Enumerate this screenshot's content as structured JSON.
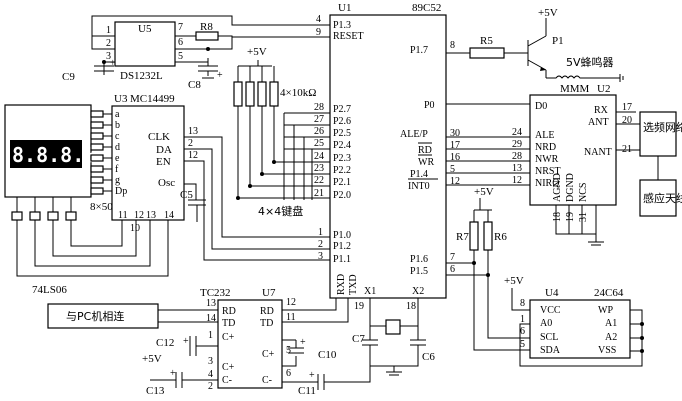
{
  "chips": {
    "u1": {
      "ref": "U1",
      "part": "89C52",
      "pins_left": [
        "P1.3",
        "RESET",
        "P2.7",
        "P2.6",
        "P2.5",
        "P2.4",
        "P2.3",
        "P2.2",
        "P2.1",
        "P2.0",
        "P1.0",
        "P1.2",
        "P1.1"
      ],
      "pins_right": [
        "P1.7",
        "P0",
        "ALE/P",
        "RD",
        "WR",
        "P1.4",
        "INT0",
        "P1.6",
        "P1.5",
        "X1",
        "X2"
      ],
      "rxd": "RXD",
      "txd": "TXD",
      "pin_nums_left": [
        "4",
        "9",
        "28",
        "27",
        "26",
        "25",
        "24",
        "23",
        "22",
        "21",
        "1",
        "2",
        "3"
      ],
      "pin_nums_right": [
        "8",
        "30",
        "17",
        "16",
        "5",
        "12",
        "7",
        "6",
        "19",
        "18"
      ]
    },
    "u5": {
      "ref": "U5",
      "part": "DS1232L",
      "pins": [
        "1",
        "2",
        "3",
        "7",
        "6",
        "5"
      ]
    },
    "u3": {
      "ref": "U3",
      "part": "MC14499",
      "segs": [
        "a",
        "b",
        "c",
        "d",
        "e",
        "f",
        "g",
        "Dp"
      ],
      "pins_right": [
        "CLK",
        "DA",
        "EN",
        "Osc"
      ],
      "pin_nums_right": [
        "13",
        "2",
        "12"
      ],
      "pin_nums_bottom": [
        "11",
        "10",
        "12",
        "13",
        "14"
      ]
    },
    "u2": {
      "ref": "U2",
      "part": "MMM",
      "pins_left": [
        "D0",
        "ALE",
        "NRD",
        "NWR",
        "NRST",
        "NIRQ"
      ],
      "pins_right": [
        "RX",
        "ANT",
        "NANT"
      ],
      "pins_bottom": [
        "AGND",
        "DGND",
        "NCS"
      ],
      "pin_nums_left": [
        "24",
        "29",
        "28",
        "13",
        "12"
      ],
      "pin_nums_right": [
        "17",
        "20",
        "21"
      ],
      "pin_nums_bottom": [
        "18",
        "19",
        "31"
      ]
    },
    "u4": {
      "ref": "U4",
      "part": "24C64",
      "pins_left": [
        "VCC",
        "A0",
        "SCL",
        "SDA"
      ],
      "pins_right": [
        "WP",
        "A1",
        "A2",
        "VSS"
      ],
      "pin_nums_left": [
        "8",
        "1",
        "6",
        "5"
      ]
    },
    "u7": {
      "ref": "U7",
      "part": "TC232",
      "pins_left": [
        "RD",
        "TD",
        "C+",
        "C+",
        "C-"
      ],
      "pins_right": [
        "RD",
        "TD",
        "C+",
        "C-"
      ],
      "pin_nums_left": [
        "13",
        "14",
        "1",
        "3",
        "4",
        "2"
      ],
      "pin_nums_right": [
        "12",
        "11",
        "5",
        "6"
      ]
    }
  },
  "components": {
    "r8": "R8",
    "r5": "R5",
    "r6": "R6",
    "r7": "R7",
    "p1": "P1",
    "buzzer": "5V蜂鸣器",
    "c5": "C5",
    "c6": "C6",
    "c7": "C7",
    "c8": "C8",
    "c9": "C9",
    "c10": "C10",
    "c11": "C11",
    "c12": "C12",
    "c13": "C13",
    "resnet": "4×10kΩ",
    "keypad": "4×4键盘",
    "seg_res": "8×50",
    "buffer": "74LS06",
    "pc": "与PC机相连",
    "tuning_net": "选频网络",
    "antenna": "感应天线",
    "vcc": "+5V",
    "display": "8.8.8.8"
  }
}
